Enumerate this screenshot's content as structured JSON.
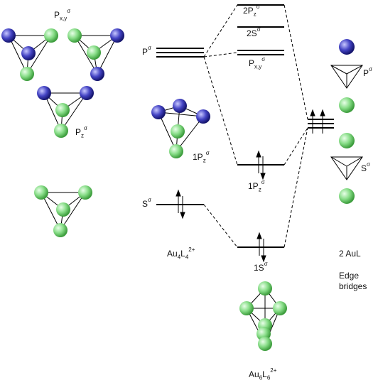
{
  "colors": {
    "blue_atom": "#3a3ab8",
    "green_atom": "#7ed67e",
    "line": "#000000"
  },
  "fragments": {
    "pxy": {
      "main": "P",
      "sub": "x,y",
      "sup": "σ"
    },
    "pz": {
      "main": "P",
      "sub": "z",
      "sup": "σ"
    }
  },
  "levels": {
    "p_sigma": {
      "main": "P",
      "sup": "σ"
    },
    "s_sigma": {
      "main": "S",
      "sup": "σ"
    },
    "two_pz": {
      "main": "2P",
      "sub": "z",
      "sup": "σ"
    },
    "two_s": {
      "main": "2S",
      "sup": "σ"
    },
    "pxy_right": {
      "main": "P",
      "sub": "x,y",
      "sup": "σ"
    },
    "one_pz_left": {
      "main": "1P",
      "sub": "z",
      "sup": "σ"
    },
    "one_pz_right": {
      "main": "1P",
      "sub": "z",
      "sup": "σ"
    },
    "one_s": {
      "main": "1S",
      "sup": "σ"
    }
  },
  "compounds": {
    "au4": {
      "main": "Au",
      "sub1": "4",
      "mid": "L",
      "sub2": "4",
      "sup": "2+"
    },
    "au6": {
      "main": "Au",
      "sub1": "6",
      "mid": "L",
      "sub2": "6",
      "sup": "2+"
    }
  },
  "right_panel": {
    "p_sigma": {
      "main": "P",
      "sup": "σ"
    },
    "s_sigma": {
      "main": "S",
      "sup": "σ"
    },
    "two_aul": "2 AuL",
    "edge_line1": "Edge",
    "edge_line2": "bridges"
  }
}
